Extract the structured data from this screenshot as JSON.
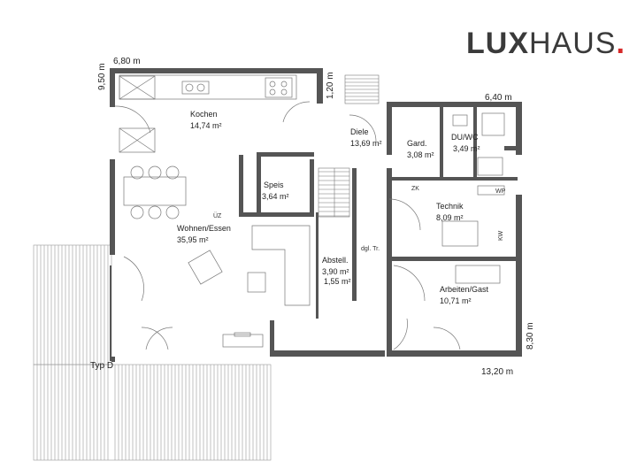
{
  "brand": {
    "bold": "LUX",
    "light": "HAUS",
    "dot": ".",
    "dot_color": "#d62828"
  },
  "colors": {
    "wall": "#555555",
    "line": "#777777",
    "terrace": "#999999"
  },
  "dimensions": {
    "top_left": "6,80 m",
    "left_vertical": "9,50 m",
    "stair_top": "1,20 m",
    "right_top": "6,40 m",
    "bottom_right": "13,20 m",
    "right_vertical": "8,30 m"
  },
  "rooms": {
    "kochen": {
      "name": "Kochen",
      "area": "14,74 m²"
    },
    "diele": {
      "name": "Diele",
      "area": "13,69 m²"
    },
    "gard": {
      "name": "Gard.",
      "area": "3,08 m²"
    },
    "duwc": {
      "name": "DU/WC",
      "area": "3,49 m²"
    },
    "speis": {
      "name": "Speis",
      "area": "3,64 m²"
    },
    "technik": {
      "name": "Technik",
      "area": "8,09 m²"
    },
    "wohnen": {
      "name": "Wohnen/Essen",
      "area": "35,95 m²"
    },
    "abstell": {
      "name": "Abstell.",
      "area": "3,90 m²",
      "area2": "1,55 m²"
    },
    "arbeiten": {
      "name": "Arbeiten/Gast",
      "area": "10,71 m²"
    }
  },
  "labels": {
    "dgl": "dgl. Tr.",
    "typ": "Typ D",
    "uz": "ÜZ",
    "zk": "ZK",
    "wp": "WP",
    "kw": "KW"
  }
}
